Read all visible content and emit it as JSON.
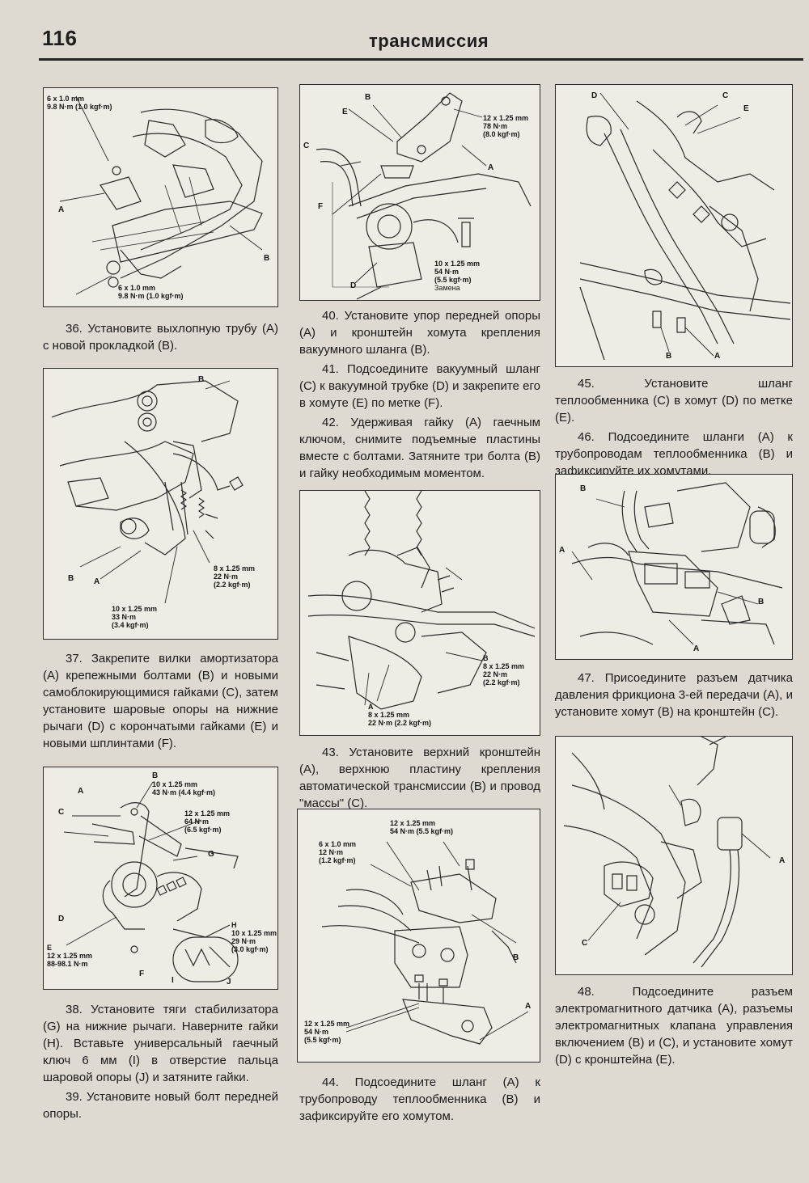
{
  "header": {
    "page_number": "116",
    "running_title": "трансмиссия"
  },
  "figures": {
    "f36": {
      "spec_top": [
        "6 x 1.0 mm",
        "9.8 N·m (1.0 kgf·m)"
      ],
      "spec_bottom": [
        "6 x 1.0 mm",
        "9.8 N·m (1.0 kgf·m)"
      ],
      "letters": {
        "a": "A",
        "b": "B"
      }
    },
    "f37": {
      "spec_8": [
        "8 x 1.25 mm",
        "22 N·m",
        "(2.2 kgf·m)"
      ],
      "spec_10": [
        "10 x 1.25 mm",
        "33 N·m",
        "(3.4 kgf·m)"
      ],
      "letters": {
        "a": "A",
        "b": "B",
        "b2": "B"
      }
    },
    "f38": {
      "spec_b": [
        "10 x 1.25 mm",
        "43 N·m (4.4 kgf·m)"
      ],
      "spec_c": [
        "12 x 1.25 mm",
        "64 N·m",
        "(6.5 kgf·m)"
      ],
      "spec_h": [
        "H",
        "10 x 1.25 mm",
        "29 N·m",
        "(3.0 kgf·m)"
      ],
      "spec_e": [
        "E",
        "12 x 1.25 mm",
        "88-98.1 N·m"
      ],
      "letters": {
        "a": "A",
        "b": "B",
        "c": "C",
        "d": "D",
        "f": "F",
        "g": "G",
        "i": "I",
        "j": "J"
      }
    },
    "f40": {
      "spec_top": [
        "12 x 1.25 mm",
        "78 N·m",
        "(8.0 kgf·m)"
      ],
      "spec_bottom": [
        "10 x 1.25 mm",
        "54 N·m",
        "(5.5 kgf·m)",
        "Замена"
      ],
      "letters": {
        "a": "A",
        "b": "B",
        "c": "C",
        "d": "D",
        "e": "E",
        "f": "F"
      }
    },
    "f43": {
      "spec_b": [
        "B",
        "8 x 1.25 mm",
        "22 N·m",
        "(2.2 kgf·m)"
      ],
      "spec_a": [
        "A",
        "8 x 1.25 mm",
        "22 N·m (2.2 kgf·m)"
      ]
    },
    "f44": {
      "spec_top": [
        "12 x 1.25 mm",
        "54 N·m (5.5 kgf·m)"
      ],
      "spec_left": [
        "6 x 1.0 mm",
        "12 N·m",
        "(1.2 kgf·m)"
      ],
      "spec_bottom": [
        "12 x 1.25 mm",
        "54 N·m",
        "(5.5 kgf·m)"
      ],
      "letters": {
        "a": "A",
        "b": "B"
      }
    },
    "f45": {
      "letters": {
        "a": "A",
        "b": "B",
        "c": "C",
        "d": "D",
        "e": "E"
      }
    },
    "f47": {
      "letters": {
        "a": "A",
        "a2": "A",
        "b": "B",
        "b2": "B"
      }
    },
    "f48": {
      "letters": {
        "a": "A",
        "c": "C"
      }
    }
  },
  "captions": {
    "c36": "36. Установите выхлопную трубу (А) с новой прокладкой (В).",
    "c37": "37. Закрепите вилки амортизатора (А) крепежными болтами (В) и новыми самоблокирующимися гайками (С), затем установите шаровые опоры на нижние рычаги (D) с корончатыми гайками (Е) и новыми шплинтами (F).",
    "c38": "38. Установите тяги стабилизатора (G) на нижние рычаги. Наверните гайки (Н). Вставьте универсальный гаечный ключ 6 мм (I) в отверстие пальца шаровой опоры (J) и затяните гайки.",
    "c39": "39. Установите новый болт передней опоры.",
    "c40": "40. Установите упор передней опоры (А) и кронштейн хомута крепления вакуумного шланга (В).",
    "c41": "41. Подсоедините вакуумный шланг (С) к вакуумной трубке (D) и закрепите его в хомуте (Е) по метке (F).",
    "c42": "42. Удерживая гайку (А) гаечным ключом, снимите подъемные пластины вместе с болтами. Затяните три болта (В) и гайку необходимым моментом.",
    "c43": "43. Установите верхний кронштейн (А), верхнюю пластину крепления автоматической трансмиссии (В) и провод \"массы\" (С).",
    "c44": "44. Подсоедините шланг (А) к трубопроводу теплообменника (В) и зафиксируйте его хомутом.",
    "c45": "45. Установите шланг теплообменника (С) в хомут (D) по метке (Е).",
    "c46": "46. Подсоедините шланги (А) к трубопроводам теплообменника (В) и зафиксируйте их хомутами.",
    "c47": "47. Присоедините разъем датчика давления фрикциона 3-ей передачи (А), и установите хомут (В) на кронштейн (С).",
    "c48": "48. Подсоедините разъем электромагнитного датчика (А), разъемы электромагнитных клапана управления включением (В) и (С), и установите хомут (D) с кронштейна (Е)."
  }
}
